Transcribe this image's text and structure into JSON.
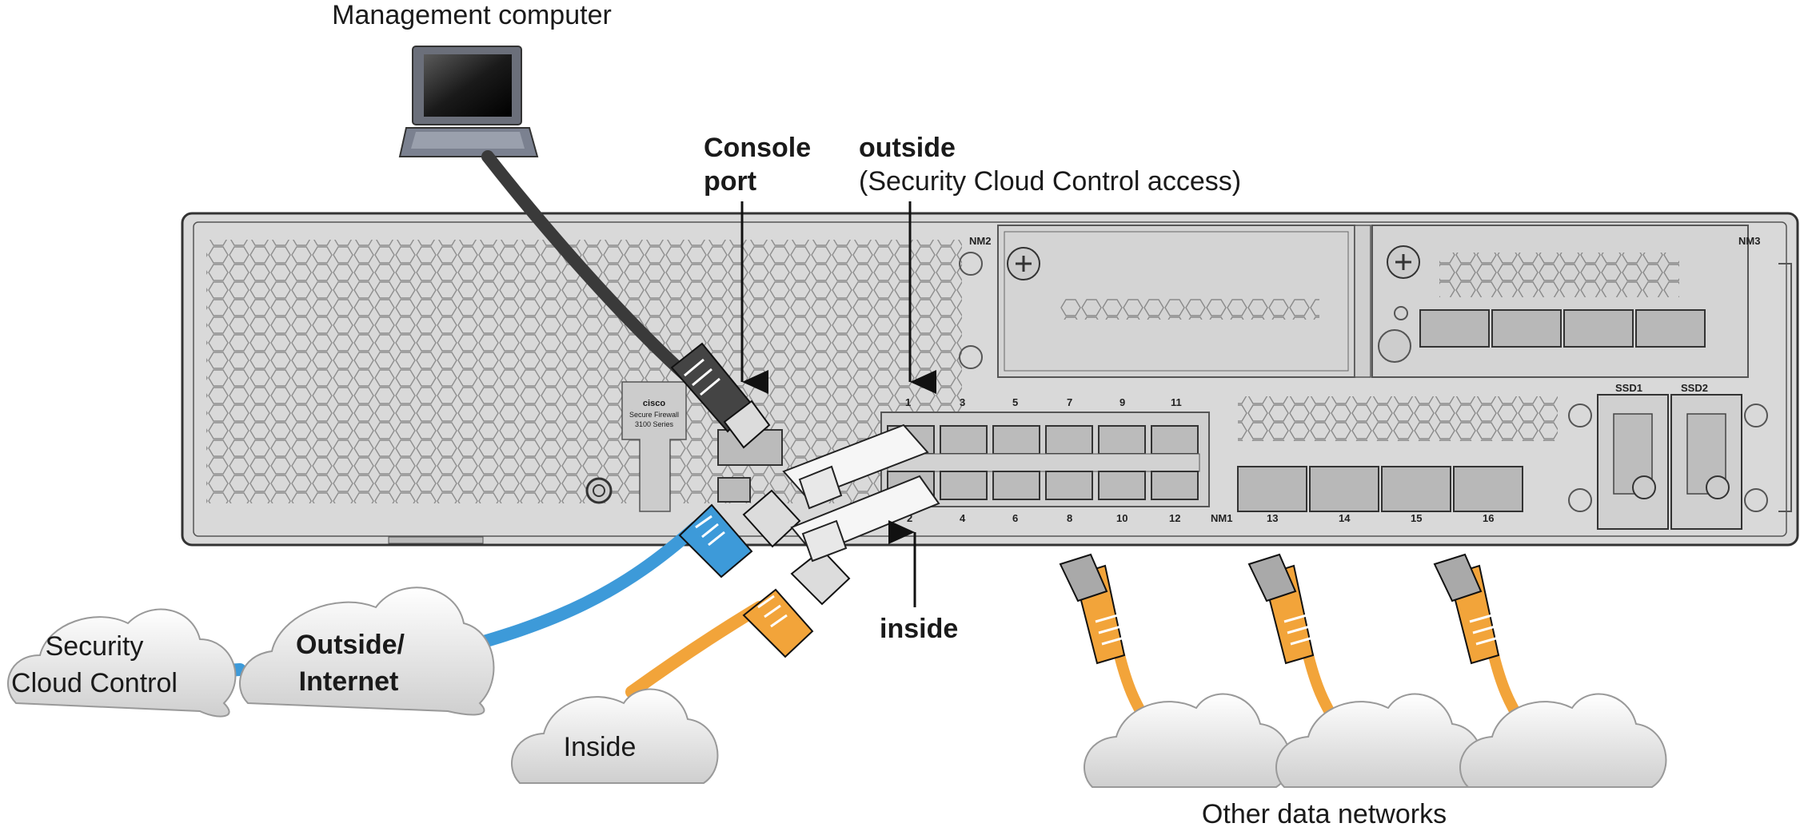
{
  "labels": {
    "management_computer": "Management computer",
    "console_line1": "Console",
    "console_line2": "port",
    "outside_title": "outside",
    "outside_subtitle": "(Security Cloud Control access)",
    "inside_arrow": "inside",
    "cloud_scc_line1": "Security",
    "cloud_scc_line2": "Cloud Control",
    "cloud_outside_line1": "Outside/",
    "cloud_outside_line2": "Internet",
    "cloud_inside": "Inside",
    "other_networks": "Other data networks"
  },
  "chassis": {
    "brand": "cisco",
    "model_line1": "Secure Firewall",
    "model_line2": "3100 Series",
    "slot_nm1": "NM1",
    "slot_nm2": "NM2",
    "slot_nm3": "NM3",
    "ssd1": "SSD1",
    "ssd2": "SSD2",
    "ports_top": [
      "1",
      "3",
      "5",
      "7",
      "9",
      "11"
    ],
    "ports_bottom": [
      "2",
      "4",
      "6",
      "8",
      "10",
      "12"
    ],
    "sfp_ports": [
      "13",
      "14",
      "15",
      "16"
    ]
  },
  "colors": {
    "chassis_fill": "#d9d9d9",
    "chassis_stroke": "#333333",
    "cable_console": "#3a3a3a",
    "cable_outside": "#3d9ad9",
    "cable_inside": "#f2a43a",
    "cable_other": "#f2a43a",
    "cloud_fill": "#eeeeee"
  }
}
